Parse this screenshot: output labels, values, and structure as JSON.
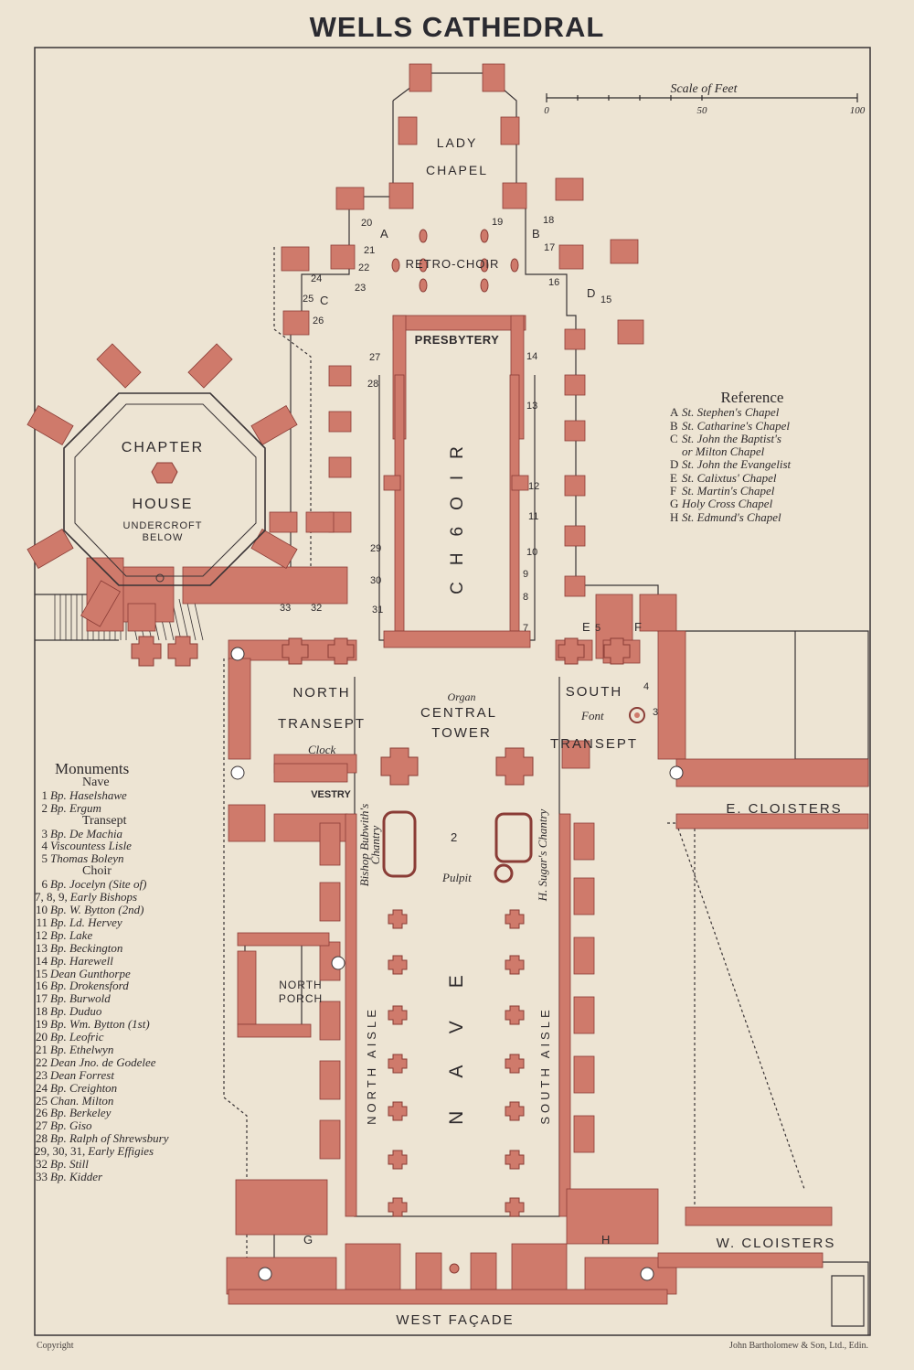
{
  "title": "WELLS CATHEDRAL",
  "scale": {
    "label": "Scale of Feet",
    "ticks": [
      "0",
      "50",
      "100"
    ]
  },
  "areas": {
    "lady_chapel": [
      "LADY",
      "CHAPEL"
    ],
    "retro_choir": "RETRO-CHOIR",
    "presbytery": "PRESBYTERY",
    "choir": "CH6OIR",
    "chapter_house": [
      "CHAPTER",
      "HOUSE"
    ],
    "undercroft": [
      "UNDERCROFT",
      "BELOW"
    ],
    "north_transept": [
      "NORTH",
      "TRANSEPT"
    ],
    "central_tower": [
      "Organ",
      "CENTRAL",
      "TOWER"
    ],
    "south_transept": [
      "SOUTH",
      "TRANSEPT"
    ],
    "font": "Font",
    "clock": "Clock",
    "vestry": "VESTRY",
    "east_cloisters": "E. CLOISTERS",
    "west_cloisters": "W. CLOISTERS",
    "north_porch": [
      "NORTH",
      "PORCH"
    ],
    "pulpit": "Pulpit",
    "nave": "NAVE",
    "north_aisle": "NORTH AISLE",
    "south_aisle": "SOUTH AISLE",
    "bubwith_chantry": [
      "Bishop Bubwith's",
      "Chantry"
    ],
    "sugar_chantry": "H. Sugar's Chantry",
    "west_facade": "WEST FAÇADE"
  },
  "chapel_letters": [
    "A",
    "B",
    "C",
    "D",
    "E",
    "F",
    "G",
    "H"
  ],
  "monument_markers": [
    "2",
    "3",
    "4",
    "5",
    "7",
    "8",
    "9",
    "10",
    "11",
    "12",
    "13",
    "14",
    "15",
    "16",
    "17",
    "18",
    "19",
    "20",
    "21",
    "22",
    "23",
    "24",
    "25",
    "26",
    "27",
    "28",
    "29",
    "30",
    "31",
    "32",
    "33"
  ],
  "reference": {
    "heading": "Reference",
    "items": [
      {
        "key": "A",
        "text": "St. Stephen's Chapel"
      },
      {
        "key": "B",
        "text": "St. Catharine's Chapel"
      },
      {
        "key": "C",
        "text": "St. John the Baptist's"
      },
      {
        "key": "",
        "text": "or Milton Chapel"
      },
      {
        "key": "D",
        "text": "St. John the Evangelist"
      },
      {
        "key": "E",
        "text": "St. Calixtus' Chapel"
      },
      {
        "key": "F",
        "text": "St. Martin's Chapel"
      },
      {
        "key": "G",
        "text": "Holy Cross Chapel"
      },
      {
        "key": "H",
        "text": "St. Edmund's Chapel"
      }
    ]
  },
  "monuments": {
    "heading": "Monuments",
    "groups": [
      {
        "name": "Nave",
        "items": [
          {
            "n": "1",
            "t": "Bp. Haselshawe"
          },
          {
            "n": "2",
            "t": "Bp. Ergum"
          }
        ]
      },
      {
        "name": "Transept",
        "items": [
          {
            "n": "3",
            "t": "Bp. De Machia"
          },
          {
            "n": "4",
            "t": "Viscountess Lisle"
          },
          {
            "n": "5",
            "t": "Thomas Boleyn"
          }
        ]
      },
      {
        "name": "Choir",
        "items": [
          {
            "n": "6",
            "t": "Bp. Jocelyn (Site of)"
          },
          {
            "n": "7, 8, 9,",
            "t": "Early Bishops"
          },
          {
            "n": "10",
            "t": "Bp. W. Bytton (2nd)"
          },
          {
            "n": "11",
            "t": "Bp. Ld. Hervey"
          },
          {
            "n": "12",
            "t": "Bp. Lake"
          },
          {
            "n": "13",
            "t": "Bp. Beckington"
          },
          {
            "n": "14",
            "t": "Bp. Harewell"
          },
          {
            "n": "15",
            "t": "Dean Gunthorpe"
          },
          {
            "n": "16",
            "t": "Bp. Drokensford"
          },
          {
            "n": "17",
            "t": "Bp. Burwold"
          },
          {
            "n": "18",
            "t": "Bp. Duduo"
          },
          {
            "n": "19",
            "t": "Bp. Wm. Bytton (1st)"
          },
          {
            "n": "20",
            "t": "Bp. Leofric"
          },
          {
            "n": "21",
            "t": "Bp. Ethelwyn"
          },
          {
            "n": "22",
            "t": "Dean Jno. de Godelee"
          },
          {
            "n": "23",
            "t": "Dean Forrest"
          },
          {
            "n": "24",
            "t": "Bp. Creighton"
          },
          {
            "n": "25",
            "t": "Chan. Milton"
          },
          {
            "n": "26",
            "t": "Bp. Berkeley"
          },
          {
            "n": "27",
            "t": "Bp. Giso"
          },
          {
            "n": "28",
            "t": "Bp. Ralph of Shrewsbury"
          },
          {
            "n": "29, 30, 31,",
            "t": "Early Effigies"
          },
          {
            "n": "32",
            "t": "Bp. Still"
          },
          {
            "n": "33",
            "t": "Bp. Kidder"
          }
        ]
      }
    ]
  },
  "footer": {
    "left": "Copyright",
    "right": "John Bartholomew & Son, Ltd., Edin."
  },
  "colors": {
    "paper": "#ede4d3",
    "masonry": "#cf7a6b",
    "ink": "#2e2a2c"
  }
}
